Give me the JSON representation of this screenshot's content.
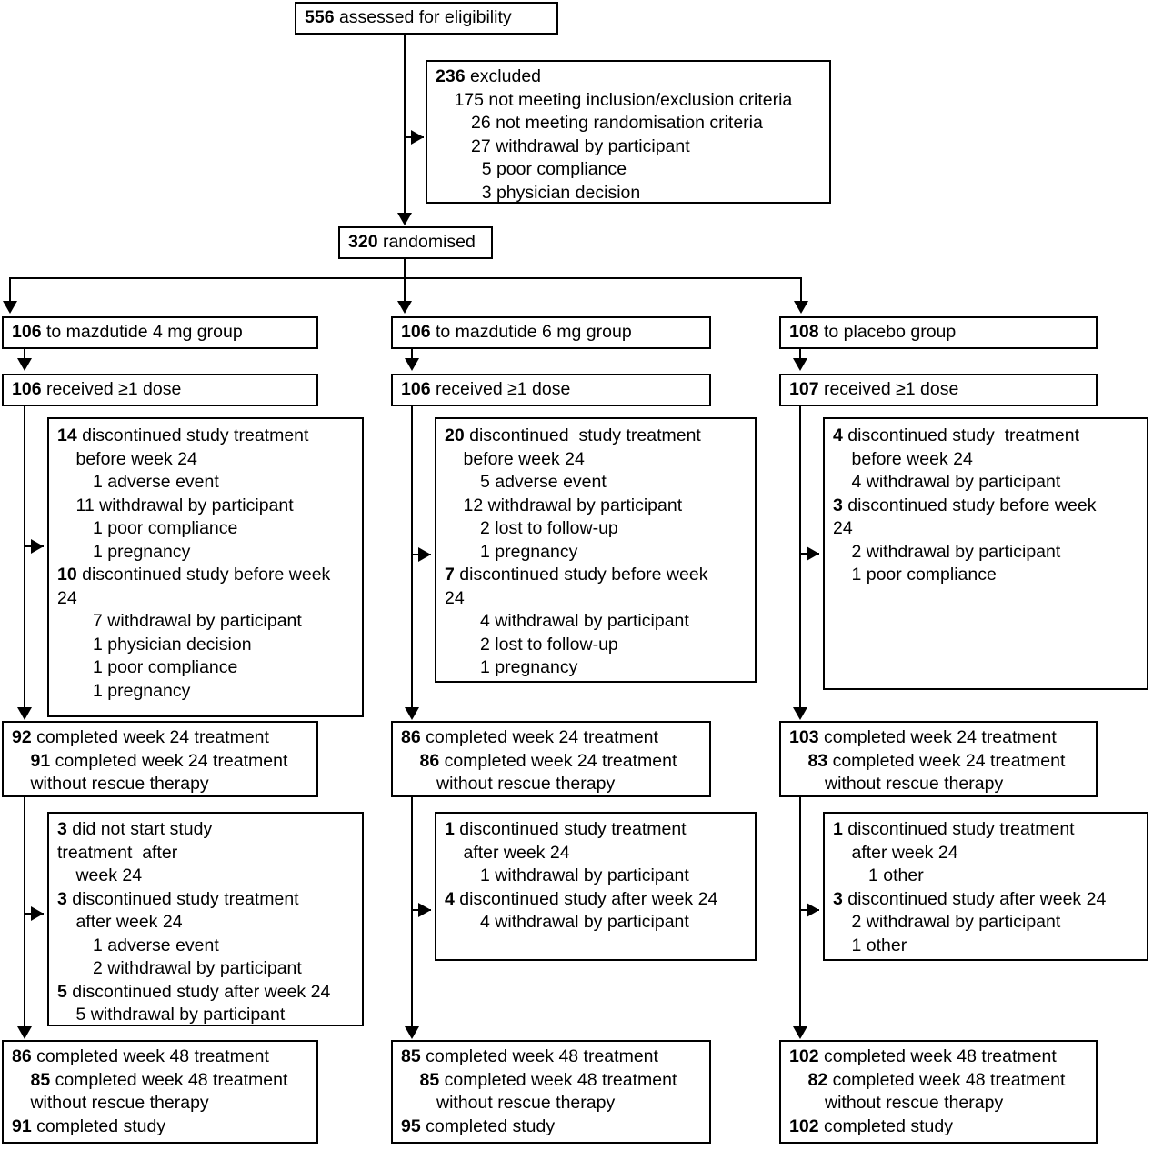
{
  "diagram": {
    "title": "CONSORT participant flow diagram",
    "colors": {
      "line": "#000000",
      "box_border": "#000000",
      "background": "#ffffff",
      "text": "#000000"
    }
  },
  "enrollment": {
    "assessed": {
      "n": "556",
      "text": " assessed for eligibility"
    },
    "excluded": {
      "n": "236",
      "text": " excluded",
      "reasons": [
        {
          "n": "175",
          "text": " not meeting inclusion/exclusion criteria"
        },
        {
          "n": "26",
          "text": " not meeting randomisation criteria"
        },
        {
          "n": "27",
          "text": " withdrawal by participant"
        },
        {
          "n": "5",
          "text": " poor compliance"
        },
        {
          "n": "3",
          "text": " physician decision"
        }
      ]
    },
    "randomised": {
      "n": "320",
      "text": " randomised"
    }
  },
  "arms": [
    {
      "id": "mazdutide-4mg",
      "allocation": {
        "n": "106",
        "text": " to mazdutide 4 mg group"
      },
      "dosed": {
        "n": "106",
        "text": " received ≥1 dose"
      },
      "pre_week24": {
        "groups": [
          {
            "n": "14",
            "head": " discontinued study treatment",
            "head2": "before week 24",
            "items": [
              {
                "n": "1",
                "text": " adverse event"
              },
              {
                "n": "11",
                "text": " withdrawal by participant"
              },
              {
                "n": "1",
                "text": " poor compliance"
              },
              {
                "n": "1",
                "text": " pregnancy"
              }
            ]
          },
          {
            "n": "10",
            "head": " discontinued study before week",
            "head2": "24",
            "items": [
              {
                "n": "7",
                "text": " withdrawal by participant"
              },
              {
                "n": "1",
                "text": " physician decision"
              },
              {
                "n": "1",
                "text": " poor compliance"
              },
              {
                "n": "1",
                "text": " pregnancy"
              }
            ]
          }
        ]
      },
      "week24": {
        "line1_n": "92",
        "line1_text": " completed week 24 treatment",
        "line2_n": "91",
        "line2_text": " completed week 24 treatment",
        "line3_text": "without rescue therapy"
      },
      "post_week24": {
        "groups": [
          {
            "n": "3",
            "head": " did not start study",
            "head2": "treatment  after",
            "head3": "week 24",
            "items": []
          },
          {
            "n": "3",
            "head": " discontinued study treatment",
            "head2": "after week 24",
            "items": [
              {
                "n": "1",
                "text": " adverse event"
              },
              {
                "n": "2",
                "text": " withdrawal by participant"
              }
            ]
          },
          {
            "n": "5",
            "head": " discontinued study after week 24",
            "items": [
              {
                "n": "5",
                "text": " withdrawal by participant"
              }
            ]
          }
        ]
      },
      "week48": {
        "line1_n": "86",
        "line1_text": " completed week 48 treatment",
        "line2_n": "85",
        "line2_text": " completed week 48 treatment",
        "line3_text": "without rescue therapy",
        "line4_n": "91",
        "line4_text": " completed study"
      }
    },
    {
      "id": "mazdutide-6mg",
      "allocation": {
        "n": "106",
        "text": " to mazdutide 6 mg group"
      },
      "dosed": {
        "n": "106",
        "text": " received ≥1 dose"
      },
      "pre_week24": {
        "groups": [
          {
            "n": "20",
            "head": " discontinued  study treatment",
            "head2": "before week 24",
            "items": [
              {
                "n": "5",
                "text": " adverse event"
              },
              {
                "n": "12",
                "text": " withdrawal by participant"
              },
              {
                "n": "2",
                "text": " lost to follow-up"
              },
              {
                "n": "1",
                "text": " pregnancy"
              }
            ]
          },
          {
            "n": "7",
            "head": " discontinued study before week",
            "head2": "24",
            "items": [
              {
                "n": "4",
                "text": " withdrawal by participant"
              },
              {
                "n": "2",
                "text": " lost to follow-up"
              },
              {
                "n": "1",
                "text": " pregnancy"
              }
            ]
          }
        ]
      },
      "week24": {
        "line1_n": "86",
        "line1_text": " completed week 24 treatment",
        "line2_n": "86",
        "line2_text": " completed week 24 treatment",
        "line3_text": "without rescue therapy"
      },
      "post_week24": {
        "groups": [
          {
            "n": "1",
            "head": " discontinued study treatment",
            "head2": "after week 24",
            "items": [
              {
                "n": "1",
                "text": " withdrawal by participant"
              }
            ]
          },
          {
            "n": "4",
            "head": " discontinued study after week 24",
            "items": [
              {
                "n": "4",
                "text": " withdrawal by participant"
              }
            ]
          }
        ]
      },
      "week48": {
        "line1_n": "85",
        "line1_text": " completed week 48 treatment",
        "line2_n": "85",
        "line2_text": " completed week 48 treatment",
        "line3_text": "without rescue therapy",
        "line4_n": "95",
        "line4_text": " completed study"
      }
    },
    {
      "id": "placebo",
      "allocation": {
        "n": "108",
        "text": " to placebo group"
      },
      "dosed": {
        "n": "107",
        "text": " received ≥1 dose"
      },
      "pre_week24": {
        "groups": [
          {
            "n": "4",
            "head": " discontinued study  treatment",
            "head2": "before week 24",
            "items": [
              {
                "n": "4",
                "text": " withdrawal by participant"
              }
            ]
          },
          {
            "n": "3",
            "head": " discontinued study before week",
            "head2": "24",
            "items": [
              {
                "n": "2",
                "text": " withdrawal by participant"
              },
              {
                "n": "1",
                "text": " poor compliance"
              }
            ]
          }
        ]
      },
      "week24": {
        "line1_n": "103",
        "line1_text": " completed week 24 treatment",
        "line2_n": "83",
        "line2_text": " completed week 24 treatment",
        "line3_text": "without rescue therapy"
      },
      "post_week24": {
        "groups": [
          {
            "n": "1",
            "head": " discontinued study treatment",
            "head2": "after week 24",
            "items": [
              {
                "n": "1",
                "text": " other"
              }
            ]
          },
          {
            "n": "3",
            "head": " discontinued study after week 24",
            "items": [
              {
                "n": "2",
                "text": " withdrawal by participant"
              },
              {
                "n": "1",
                "text": " other"
              }
            ]
          }
        ]
      },
      "week48": {
        "line1_n": "102",
        "line1_text": " completed week 48 treatment",
        "line2_n": "82",
        "line2_text": " completed week 48 treatment",
        "line3_text": "without rescue therapy",
        "line4_n": "102",
        "line4_text": " completed study"
      }
    }
  ]
}
